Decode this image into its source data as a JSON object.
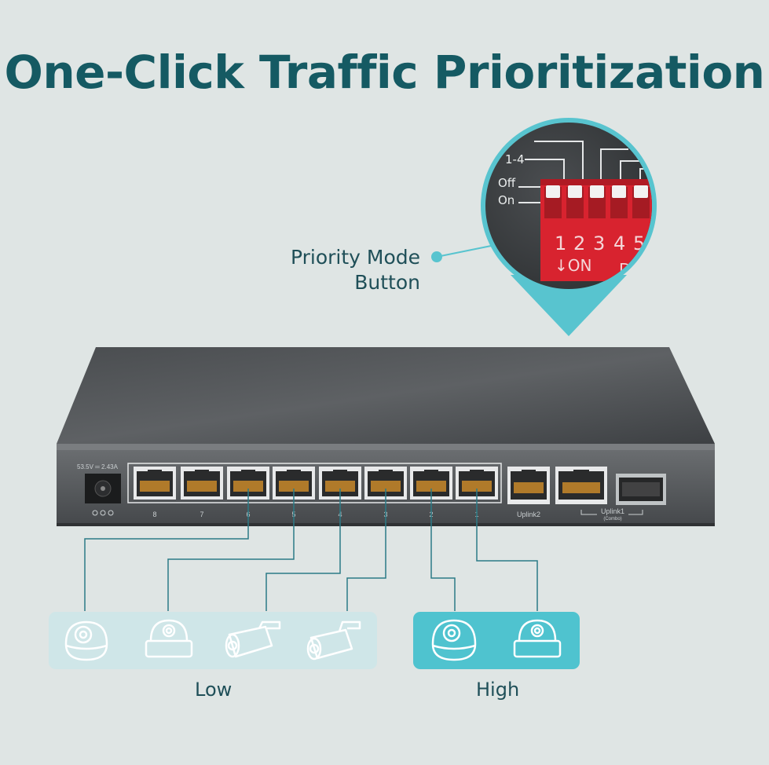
{
  "title": "One-Click Traffic Prioritization",
  "callout": {
    "line1": "Priority Mode",
    "line2": "Button"
  },
  "dip_switch": {
    "group_label": "1-4",
    "off_label": "Off",
    "on_label": "On",
    "numbers": [
      "1",
      "2",
      "3",
      "4",
      "5"
    ],
    "bottom_text": "↓ON",
    "bottom_text_partial": "D",
    "color": "#d8232f"
  },
  "switch": {
    "power_label": "53.5V ═ 2.43A",
    "ports": [
      "8",
      "7",
      "6",
      "5",
      "4",
      "3",
      "2",
      "1"
    ],
    "uplink2": "Uplink2",
    "uplink1": "Uplink1",
    "uplink1_sub": "(Combo)"
  },
  "groups": {
    "low": "Low",
    "high": "High"
  },
  "colors": {
    "title": "#155a63",
    "accent": "#58c4cf",
    "background": "#dfe5e4",
    "high_box": "#4fc3cf",
    "low_box": "#cfe6e8"
  },
  "icons": [
    "dome-camera-icon",
    "dome-camera-icon",
    "bullet-camera-icon",
    "bullet-camera-icon",
    "dome-camera-icon",
    "dome-camera-icon"
  ]
}
